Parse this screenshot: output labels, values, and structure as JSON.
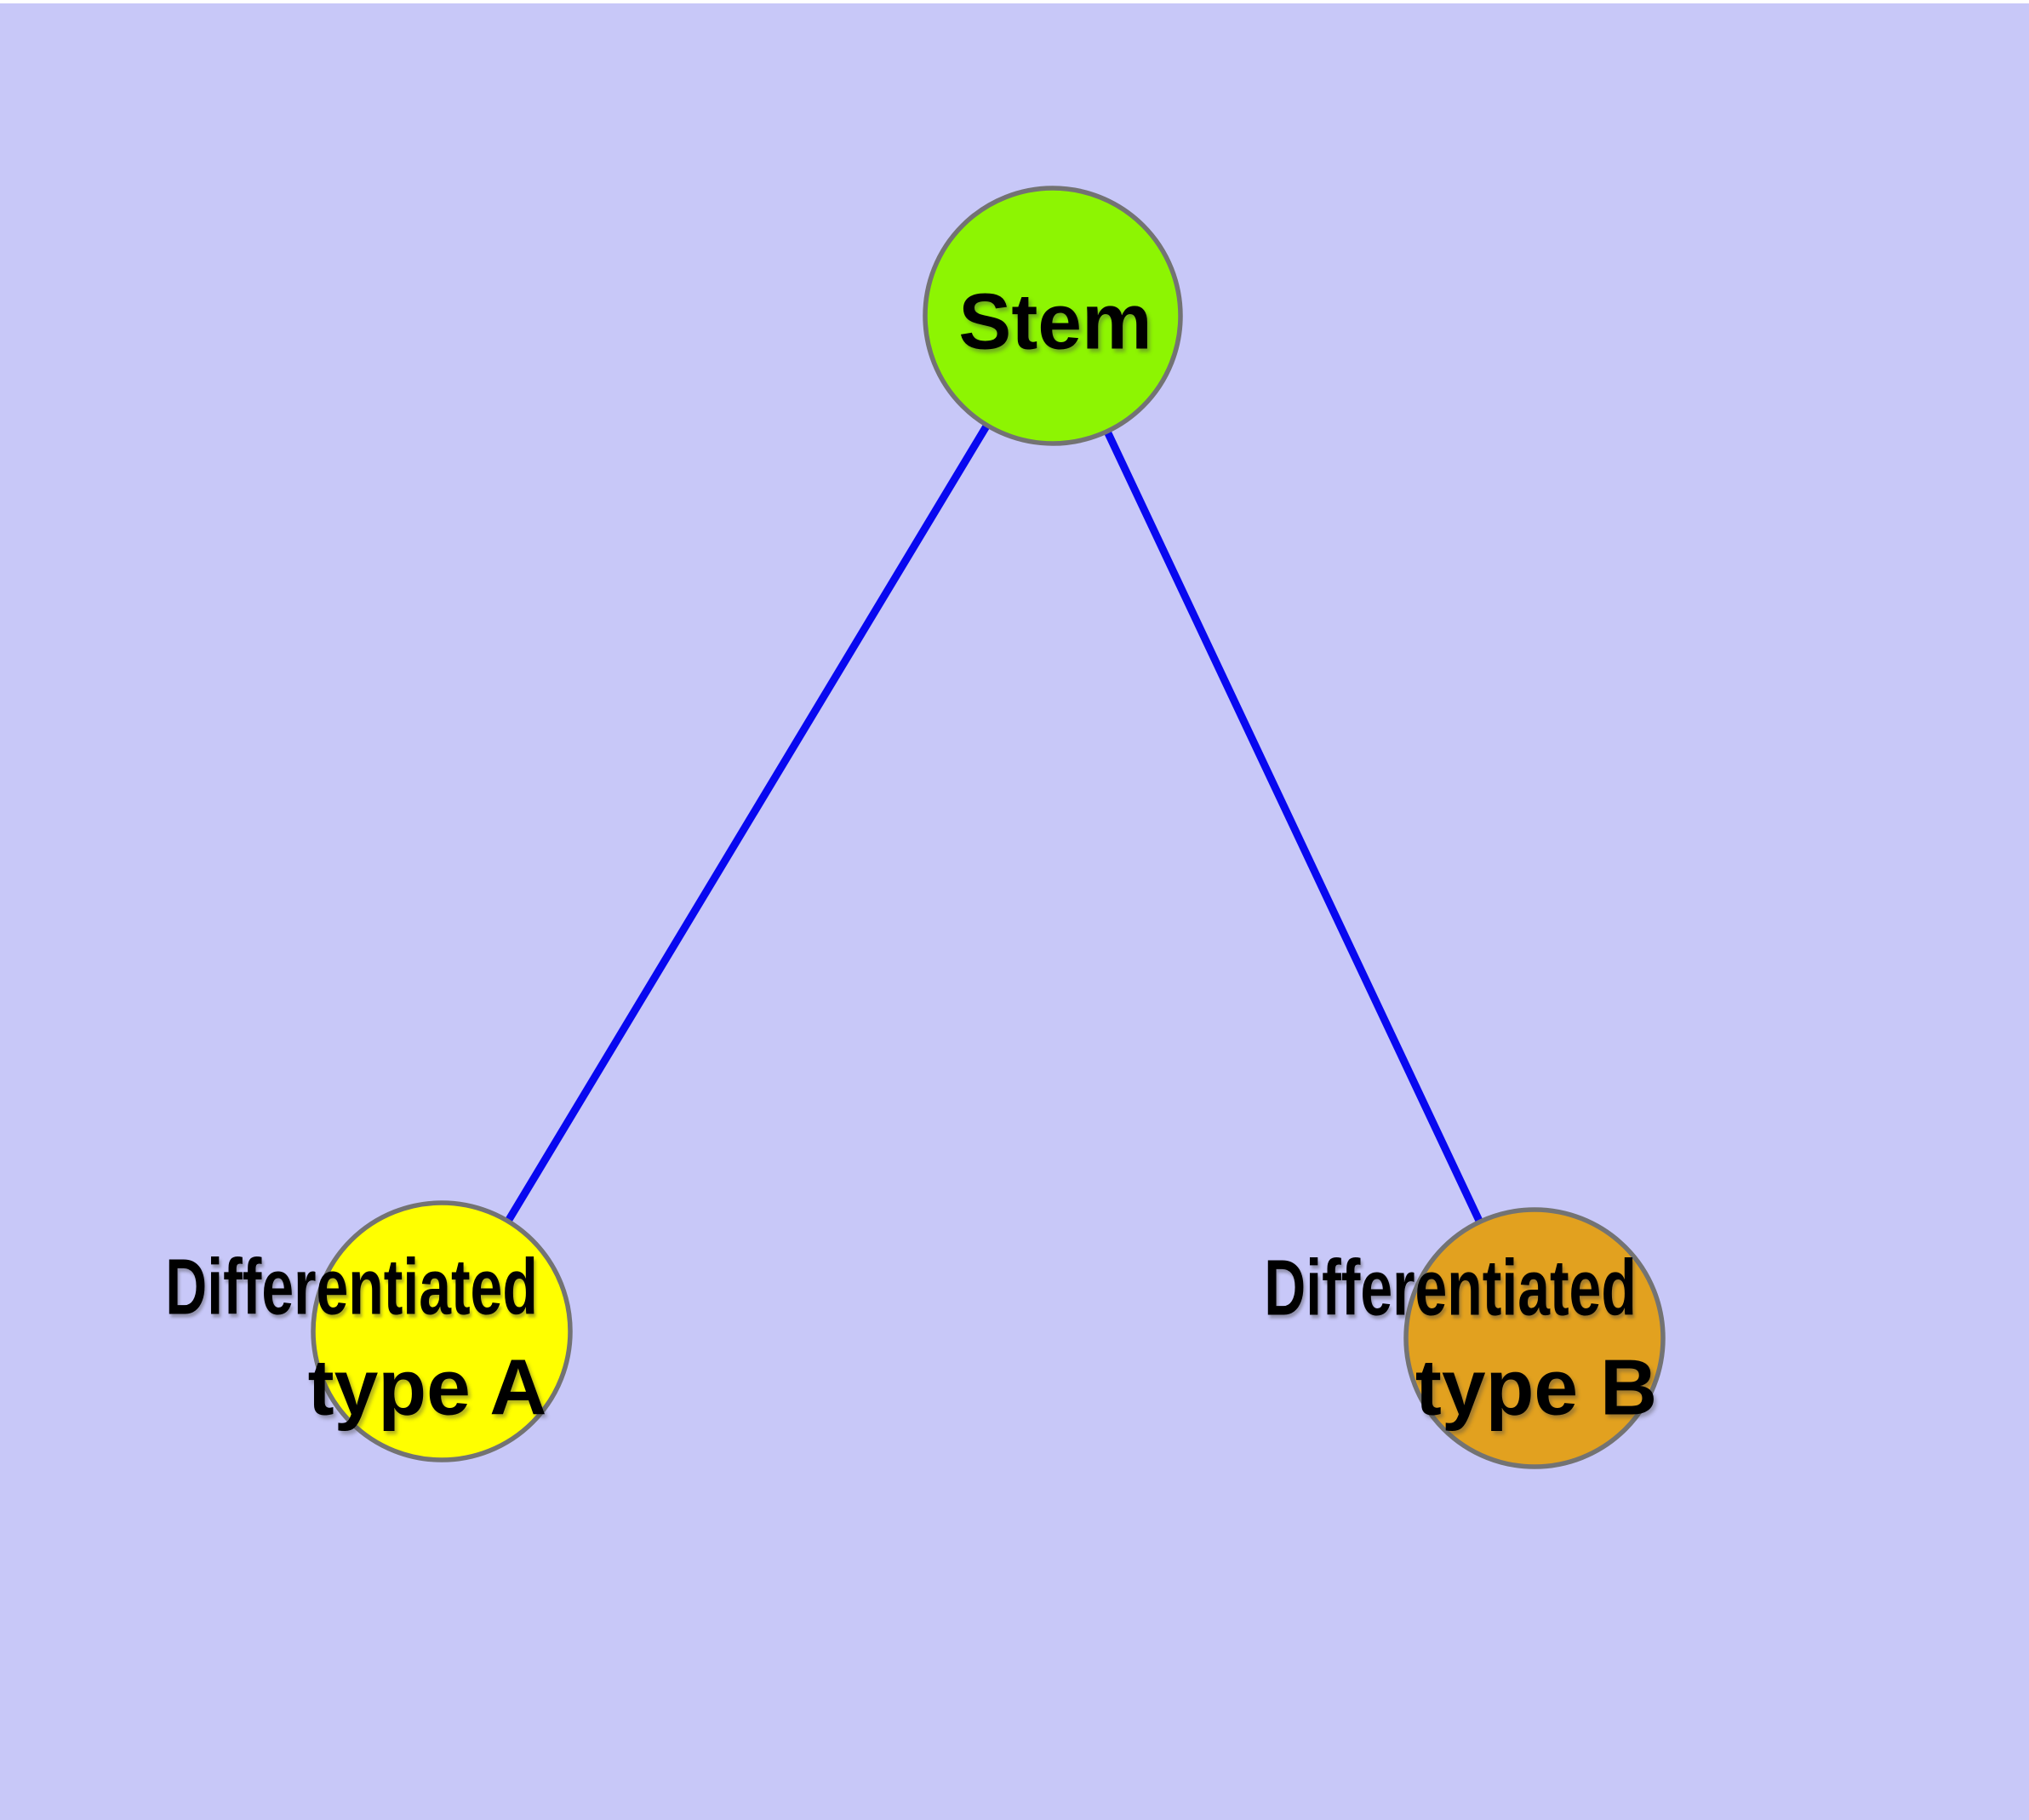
{
  "figure": {
    "background_color": "#c8c8f8",
    "top_strip_color": "#ffffff",
    "text_color": "#000000",
    "node_border_color": "#737373"
  },
  "graph": {
    "nodes": {
      "stem": {
        "label": "Stem",
        "fill": "#8df502"
      },
      "type_a": {
        "label_lines": [
          "Differentiated",
          "type A"
        ],
        "fill": "#ffff00"
      },
      "type_b": {
        "label_lines": [
          "Differentiated",
          "type B"
        ],
        "fill": "#e2a11f"
      }
    },
    "edges": {
      "color": "#0808f0",
      "items": [
        {
          "from": "Stem",
          "to": "Differentiated type A"
        },
        {
          "from": "Stem",
          "to": "Differentiated type B"
        }
      ]
    }
  }
}
